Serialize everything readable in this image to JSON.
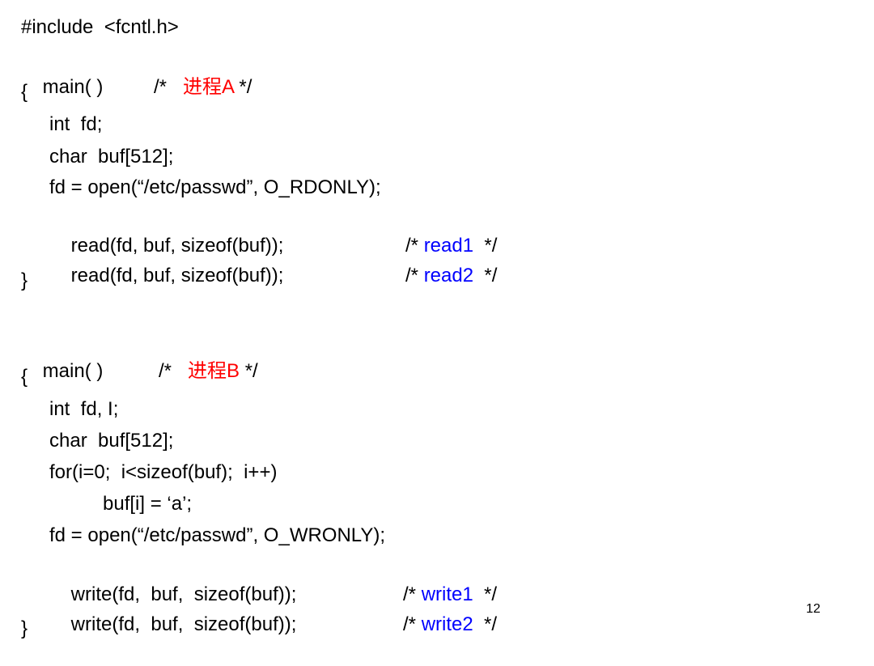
{
  "colors": {
    "process_label": "#ff0000",
    "op_label": "#0000ff",
    "code": "#000000"
  },
  "process_a": {
    "include": "#include  <fcntl.h>",
    "main": "main( )",
    "comment_open": "/*",
    "label": "进程A",
    "comment_close": " */",
    "brace_open": "{",
    "decl_fd": "int  fd;",
    "decl_buf": "char  buf[512];",
    "open_call": "fd = open(“/etc/passwd”, O_RDONLY);",
    "read1_call": "read(fd, buf, sizeof(buf));",
    "read1_label": "read1",
    "read2_call": "read(fd, buf, sizeof(buf));",
    "read2_label": "read2",
    "brace_close": "}"
  },
  "process_b": {
    "main": "main( )",
    "comment_open": "/*",
    "label": "进程B",
    "comment_close": " */",
    "brace_open": "{",
    "decl_fd": "int  fd, I;",
    "decl_buf": "char  buf[512];",
    "for_loop": "for(i=0;  i<sizeof(buf);  i++)",
    "assign": "buf[i] = ‘a’;",
    "open_call": "fd = open(“/etc/passwd”, O_WRONLY);",
    "write1_call": "write(fd,  buf,  sizeof(buf));",
    "write1_label": "write1",
    "write2_call": "write(fd,  buf,  sizeof(buf));",
    "write2_label": "write2",
    "brace_close": "}"
  },
  "comment_prefix": "/* ",
  "comment_suffix": "  */",
  "page_number": "12"
}
